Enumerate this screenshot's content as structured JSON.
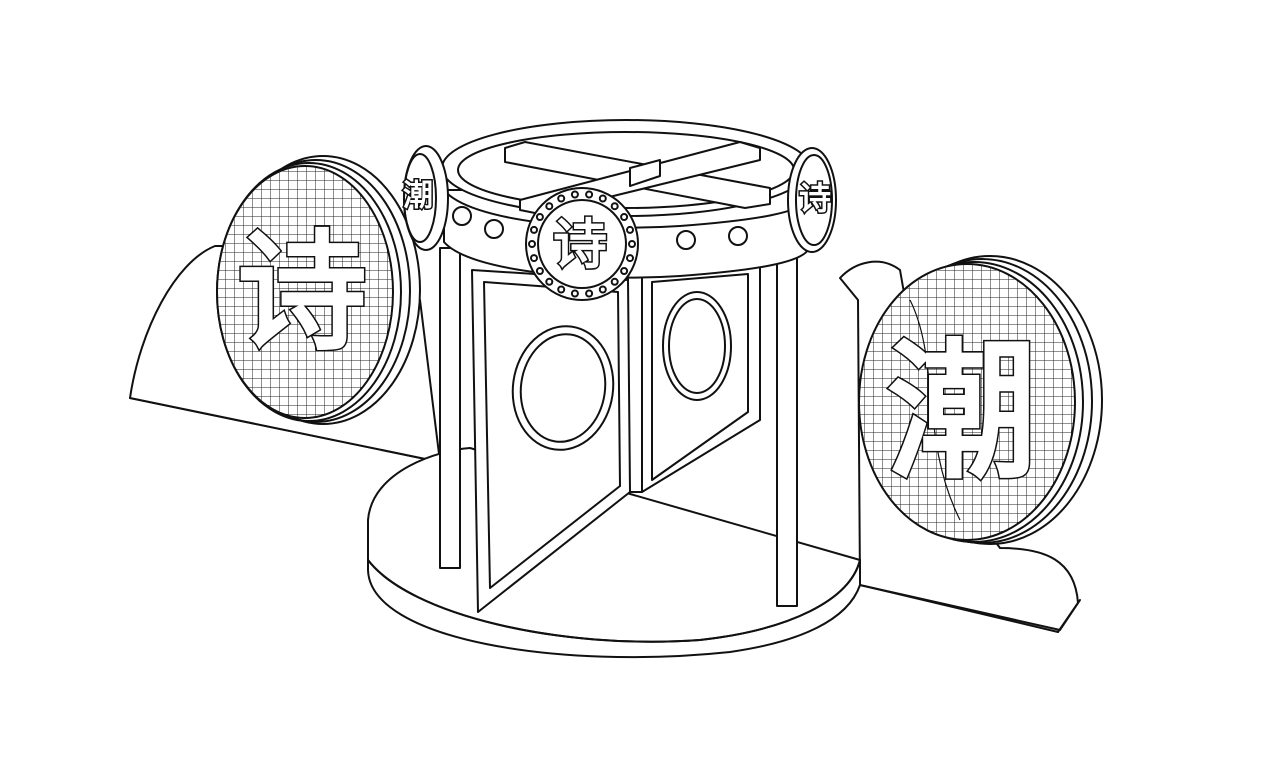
{
  "signs": {
    "left_glyph": "诗",
    "right_glyph": "潮",
    "drum_front_glyph": "诗",
    "drum_left_glyph": "潮",
    "drum_right_glyph": "诗"
  },
  "style": {
    "line_color": "#111111",
    "background": "#ffffff"
  }
}
